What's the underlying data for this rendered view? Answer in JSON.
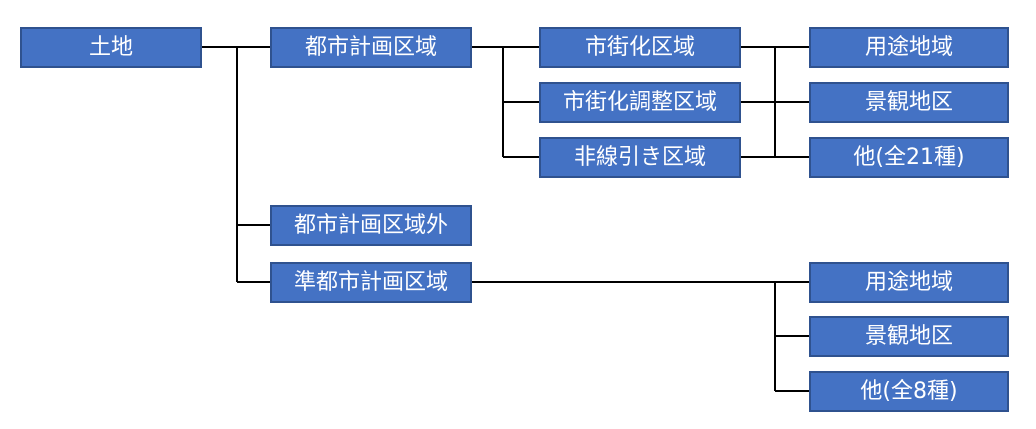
{
  "nodes": {
    "land": "土地",
    "city_planning_area": "都市計画区域",
    "outside_city_planning_area": "都市計画区域外",
    "quasi_city_planning_area": "準都市計画区域",
    "urbanization_area": "市街化区域",
    "urbanization_control_area": "市街化調整区域",
    "non_delineated_area": "非線引き区域",
    "use_district_1": "用途地域",
    "landscape_district_1": "景観地区",
    "other_21": "他(全21種)",
    "use_district_2": "用途地域",
    "landscape_district_2": "景観地区",
    "other_8": "他(全8種)"
  }
}
